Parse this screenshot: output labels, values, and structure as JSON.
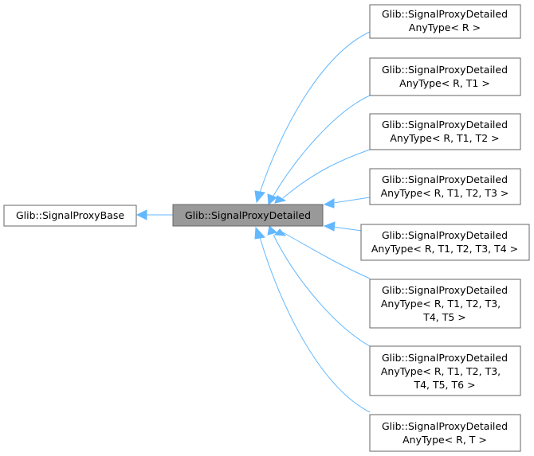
{
  "nodes": {
    "base": {
      "lines": [
        "Glib::SignalProxyBase"
      ]
    },
    "current": {
      "lines": [
        "Glib::SignalProxyDetailed"
      ]
    },
    "children": [
      {
        "lines": [
          "Glib::SignalProxyDetailed",
          "AnyType< R >"
        ]
      },
      {
        "lines": [
          "Glib::SignalProxyDetailed",
          "AnyType< R, T1 >"
        ]
      },
      {
        "lines": [
          "Glib::SignalProxyDetailed",
          "AnyType< R, T1, T2 >"
        ]
      },
      {
        "lines": [
          "Glib::SignalProxyDetailed",
          "AnyType< R, T1, T2, T3 >"
        ]
      },
      {
        "lines": [
          "Glib::SignalProxyDetailed",
          "AnyType< R, T1, T2, T3, T4 >"
        ]
      },
      {
        "lines": [
          "Glib::SignalProxyDetailed",
          "AnyType< R, T1, T2, T3,",
          "T4, T5 >"
        ]
      },
      {
        "lines": [
          "Glib::SignalProxyDetailed",
          "AnyType< R, T1, T2, T3,",
          "T4, T5, T6 >"
        ]
      },
      {
        "lines": [
          "Glib::SignalProxyDetailed",
          "AnyType< R, T >"
        ]
      }
    ]
  },
  "colors": {
    "edge": "#63b8ff",
    "box_border": "#666666",
    "current_fill": "#999999"
  }
}
